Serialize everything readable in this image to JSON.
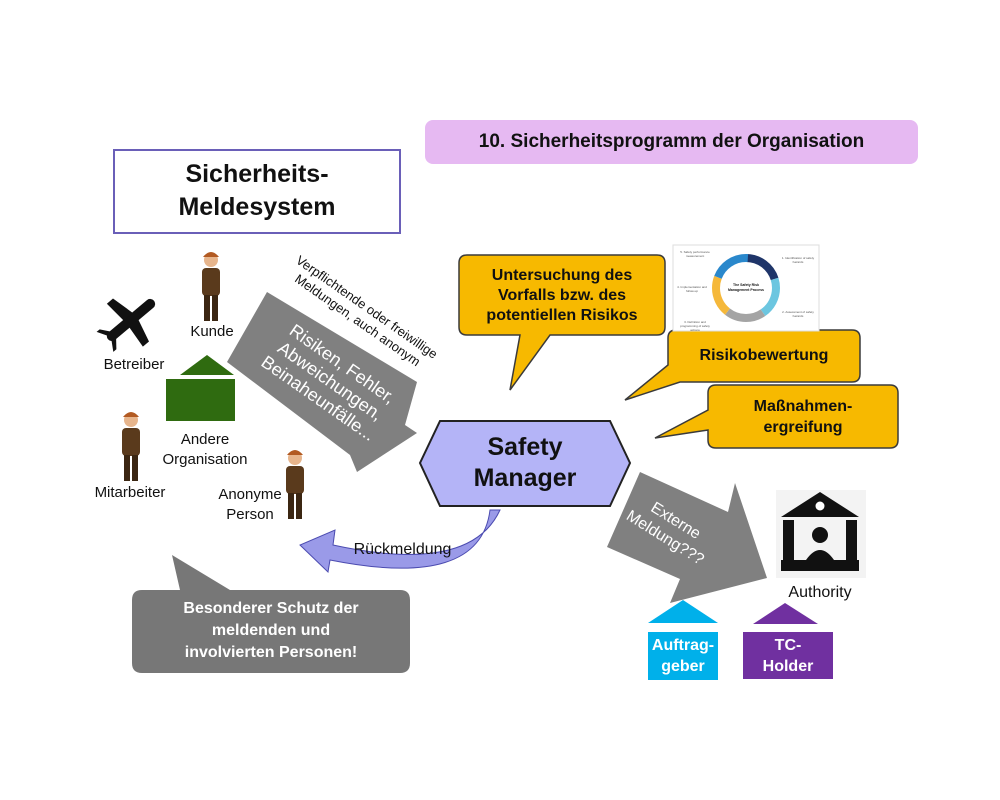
{
  "program_title": "10. Sicherheitsprogramm der Organisation",
  "system_title": [
    "Sicherheits-",
    "Meldesystem"
  ],
  "reporters": {
    "kunde": "Kunde",
    "betreiber": "Betreiber",
    "andere_organisation": [
      "Andere",
      "Organisation"
    ],
    "mitarbeiter": "Mitarbeiter",
    "anonyme_person": [
      "Anonyme",
      "Person"
    ]
  },
  "report_note": [
    "Verpflichtende oder freiwillige",
    "Meldungen, auch anonym"
  ],
  "report_arrow": [
    "Risiken, Fehler,",
    "Abweichungen,",
    "Beinaheunfälle..."
  ],
  "safety_manager": [
    "Safety",
    "Manager"
  ],
  "feedback_label": "Rückmeldung",
  "protection_note": [
    "Besonderer Schutz der",
    "meldenden und",
    "involvierten Personen!"
  ],
  "callouts": {
    "investigation": [
      "Untersuchung des",
      "Vorfalls bzw. des",
      "potentiellen Risikos"
    ],
    "assessment": "Risikobewertung",
    "measures": [
      "Maßnahmen-",
      "ergreifung"
    ]
  },
  "process_image": {
    "center": [
      "The Safety Risk",
      "Management Process"
    ],
    "steps": [
      "1. Identification of safety hazards",
      "2. Assessment of safety hazards",
      "3. Definition and programming of safety actions",
      "4. Implementation and follow-up",
      "5. Safety performance measurement"
    ]
  },
  "external_arrow": [
    "Externe",
    "Meldung???"
  ],
  "authority_label": "Authority",
  "auftraggeber": [
    "Auftrag-",
    "geber"
  ],
  "tc_holder": [
    "TC-",
    "Holder"
  ],
  "colors": {
    "program_bg": "#e6b9f2",
    "system_border": "#6a5fb8",
    "callout": "#f7b900",
    "hexagon": "#b4b4f7",
    "arrow_gray": "#808080",
    "feedback_arrow": "#9a9ae8",
    "house_green": "#2f6b10",
    "auftraggeber": "#00b0ea",
    "tc_holder": "#7030a0"
  }
}
